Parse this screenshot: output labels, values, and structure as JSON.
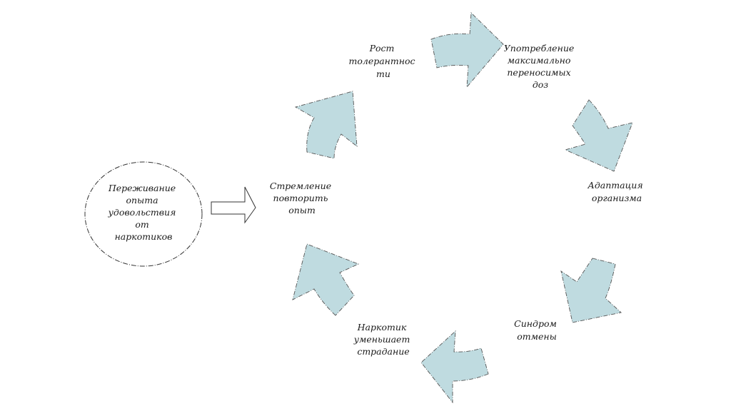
{
  "nodes": {
    "start": [
      "Переживание",
      "опыта",
      "удовольствия",
      "от",
      "наркотиков"
    ],
    "desire": [
      "Стремление",
      "повторить",
      "опыт"
    ],
    "tolerance": [
      "Рост",
      "толерантнос",
      "ти"
    ],
    "max_dose": [
      "Употребление",
      "максимально",
      "переносимых",
      "доз"
    ],
    "adaptation": [
      "Адаптация",
      "организма"
    ],
    "withdrawal": [
      "Синдром",
      "отмены"
    ],
    "relief": [
      "Наркотик",
      "уменьшает",
      "страдание"
    ]
  },
  "colors": {
    "arrow_fill": "#bfdbe0",
    "arrow_stroke": "#555555"
  }
}
